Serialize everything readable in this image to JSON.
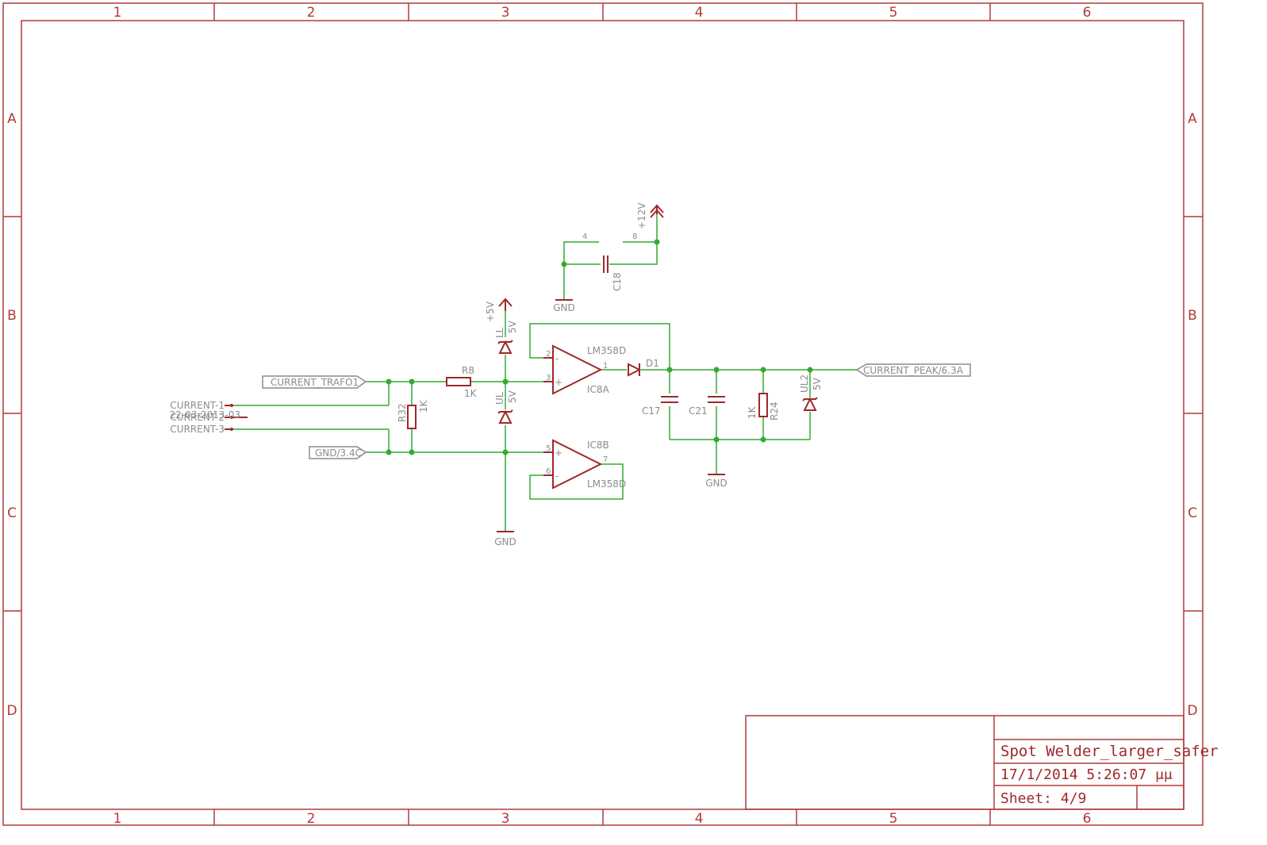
{
  "frame": {
    "columns": [
      "1",
      "2",
      "3",
      "4",
      "5",
      "6"
    ],
    "rows": [
      "A",
      "B",
      "C",
      "D"
    ]
  },
  "title_block": {
    "title": "Spot Welder_larger_safer",
    "datetime": "17/1/2014 5:26:07 μμ",
    "sheet": "Sheet: 4/9"
  },
  "nets": {
    "current_trafo": "CURRENT_TRAFO1",
    "gnd_ref": "GND/3.4C",
    "current_peak": "CURRENT_PEAK/6.3A",
    "current_1": "CURRENT-1",
    "current_2": "CURRENT-2",
    "current_3": "CURRENT-3",
    "overlap_note": "22-03-2013-03"
  },
  "power": {
    "gnd_c18": "GND",
    "gnd_main": "GND",
    "gnd_out": "GND",
    "plus5": "+5V",
    "plus12": "+12V"
  },
  "components": {
    "r8": {
      "name": "R8",
      "value": "1K"
    },
    "r32": {
      "name": "R32",
      "value": "1K"
    },
    "r24": {
      "name": "R24",
      "value": "1K"
    },
    "c17": {
      "name": "C17"
    },
    "c18": {
      "name": "C18"
    },
    "c21": {
      "name": "C21"
    },
    "d1": {
      "name": "D1"
    },
    "ul": {
      "name": "UL",
      "value": "5V"
    },
    "ll": {
      "name": "LL",
      "value": "5V"
    },
    "ul2": {
      "name": "UL2",
      "value": "5V"
    },
    "ic8a": {
      "name": "IC8A",
      "value": "LM358D"
    },
    "ic8b": {
      "name": "IC8B",
      "value": "LM358D"
    }
  },
  "pins": {
    "p1": "1",
    "p2": "2",
    "p3": "3",
    "p4": "4",
    "p5": "5",
    "p6": "6",
    "p7": "7",
    "p8": "8",
    "minus": "-",
    "plus": "+"
  },
  "colors": {
    "frame": "#b03a3a",
    "wire": "#33aa33",
    "part": "#a02828",
    "label": "#8c8c8c"
  }
}
